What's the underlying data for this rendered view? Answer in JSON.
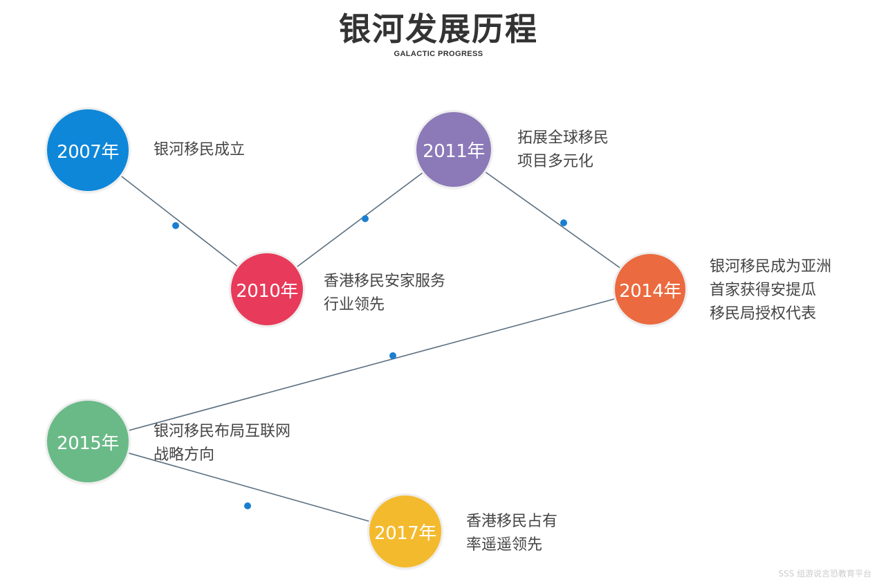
{
  "header": {
    "title": "银河发展历程",
    "subtitle": "GALACTIC PROGRESS"
  },
  "milestones": [
    {
      "year": "2007年",
      "color": "#0e87d9",
      "lines": [
        "银河移民成立"
      ]
    },
    {
      "year": "2010年",
      "color": "#e83a5a",
      "lines": [
        "香港移民安家服务",
        "行业领先"
      ]
    },
    {
      "year": "2011年",
      "color": "#8b79b8",
      "lines": [
        "拓展全球移民",
        "项目多元化"
      ]
    },
    {
      "year": "2014年",
      "color": "#eb6a3f",
      "lines": [
        "银河移民成为亚洲",
        "首家获得安提瓜",
        "移民局授权代表"
      ]
    },
    {
      "year": "2015年",
      "color": "#6aba87",
      "lines": [
        "银河移民布局互联网",
        "战略方向"
      ]
    },
    {
      "year": "2017年",
      "color": "#f4ba2e",
      "lines": [
        "香港移民占有",
        "率遥遥领先"
      ]
    }
  ],
  "colors": {
    "connector_line": "#5b6f80",
    "connector_dot": "#1a7fd0"
  },
  "watermark": "SSS 组游说言恐教育平台"
}
